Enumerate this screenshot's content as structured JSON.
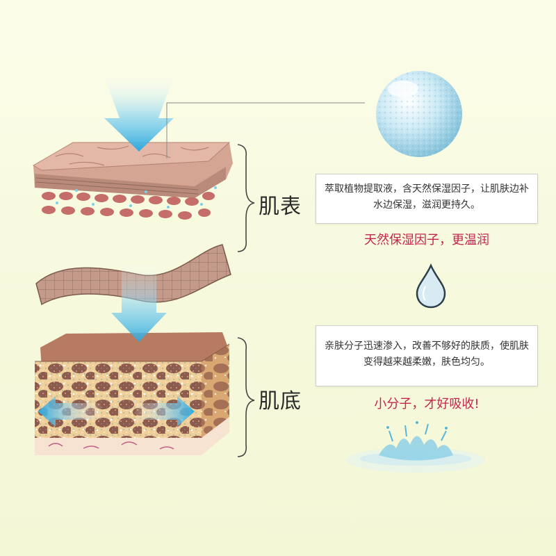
{
  "layers": {
    "top": {
      "label": "肌表"
    },
    "bottom": {
      "label": "肌底"
    }
  },
  "info": {
    "box1": "萃取植物提取液，含天然保湿因子，让肌肤边补水边保湿，滋润更持久。",
    "tag1": "天然保湿因子，更温润",
    "box2": "亲肤分子迅速渗入，改善不够好的肤质，使肌肤变得越来越柔嫩，肤色均匀。",
    "tag2": "小分子，才好吸收!"
  },
  "icons": {
    "bubble": "water-bubble-icon",
    "drop": "water-drop-icon",
    "splash": "water-splash-icon"
  },
  "colors": {
    "arrow": "#4cb8e6",
    "tagline": "#c5244f",
    "skin": "#cf9d8a"
  }
}
